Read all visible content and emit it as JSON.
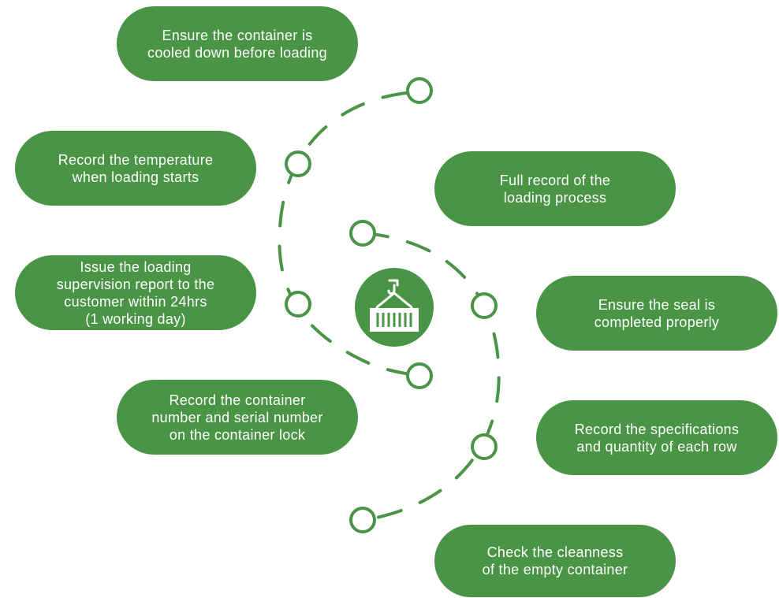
{
  "colors": {
    "green": "#4a9446",
    "white": "#ffffff"
  },
  "center_icon": "shipping-container-crane-icon",
  "steps": [
    {
      "id": "cooled",
      "text": "Ensure the container is\ncooled down before loading"
    },
    {
      "id": "temperature",
      "text": "Record the temperature\nwhen loading starts"
    },
    {
      "id": "report",
      "text": "Issue the loading\nsupervision report to the\ncustomer within 24hrs\n(1 working day)"
    },
    {
      "id": "container-number",
      "text": "Record the container\nnumber and serial number\non the container lock"
    },
    {
      "id": "full-record",
      "text": "Full record of the\nloading process"
    },
    {
      "id": "seal",
      "text": "Ensure the seal is\ncompleted properly"
    },
    {
      "id": "specifications",
      "text": "Record the specifications\nand quantity of each row"
    },
    {
      "id": "cleanness",
      "text": "Check the cleanness\nof the empty container"
    }
  ]
}
